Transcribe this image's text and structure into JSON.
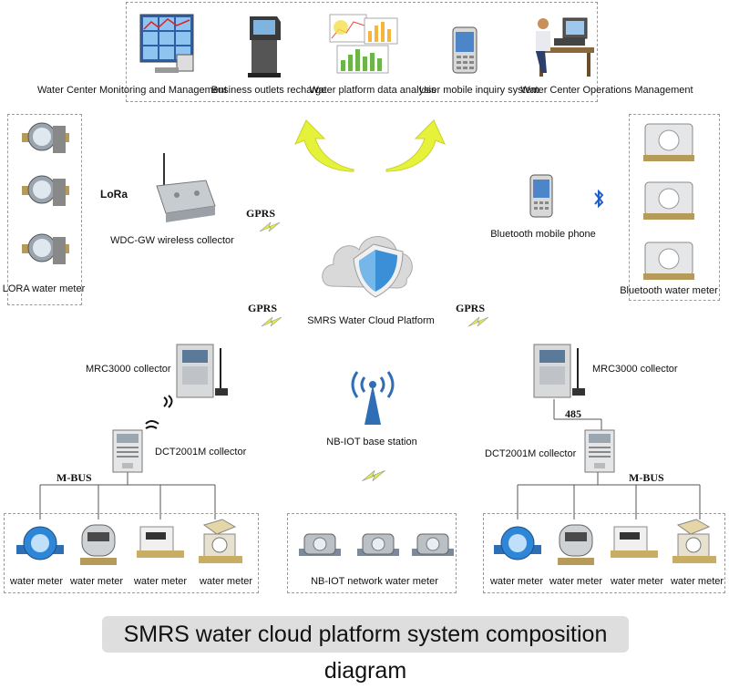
{
  "top_apps": [
    {
      "label": "Water Center Monitoring and Management",
      "icon": "monitoring-wall-icon"
    },
    {
      "label": "Business outlets recharge",
      "icon": "recharge-kiosk-icon"
    },
    {
      "label": "Water platform data analysis",
      "icon": "data-analysis-charts-icon"
    },
    {
      "label": "User mobile inquiry system",
      "icon": "mobile-phone-icon"
    },
    {
      "label": "Water Center Operations Management",
      "icon": "operator-desk-icon"
    }
  ],
  "cloud": {
    "label": "SMRS Water Cloud Platform",
    "icon": "cloud-shield-icon"
  },
  "links": {
    "gprs": "GPRS",
    "mbus": "M-BUS",
    "rs485": "485"
  },
  "lora": {
    "badge": "LoRa",
    "gateway": "WDC-GW wireless collector",
    "meters_label": "LORA water meter"
  },
  "bluetooth": {
    "phone": "Bluetooth mobile phone",
    "meters_label": "Bluetooth water meter"
  },
  "left_branch": {
    "collector": "MRC3000 collector",
    "concentrator": "DCT2001M collector",
    "meters": [
      "water meter",
      "water meter",
      "water meter",
      "water meter"
    ]
  },
  "right_branch": {
    "collector": "MRC3000 collector",
    "concentrator": "DCT2001M collector",
    "meters": [
      "water meter",
      "water meter",
      "water meter",
      "water meter"
    ]
  },
  "nbiot": {
    "station": "NB-IOT base station",
    "meters_label": "NB-IOT network water meter"
  },
  "caption": "SMRS water cloud platform system composition diagram",
  "colors": {
    "arrow": "#e6f23a",
    "shield": "#3a8fd6",
    "lightning": "#e4ee3c",
    "tower": "#2f6db5"
  }
}
